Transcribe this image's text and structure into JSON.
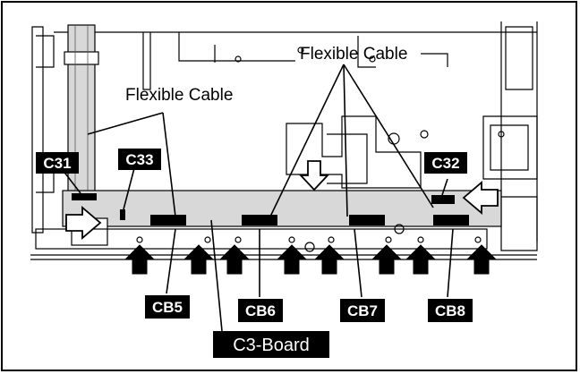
{
  "callouts": {
    "flexible_cable_top": "Flexible Cable",
    "flexible_cable_left": "Flexible Cable"
  },
  "connectors": {
    "c31": "C31",
    "c33": "C33",
    "c32": "C32",
    "cb5": "CB5",
    "cb6": "CB6",
    "cb7": "CB7",
    "cb8": "CB8"
  },
  "board": {
    "label": "C3-Board"
  }
}
